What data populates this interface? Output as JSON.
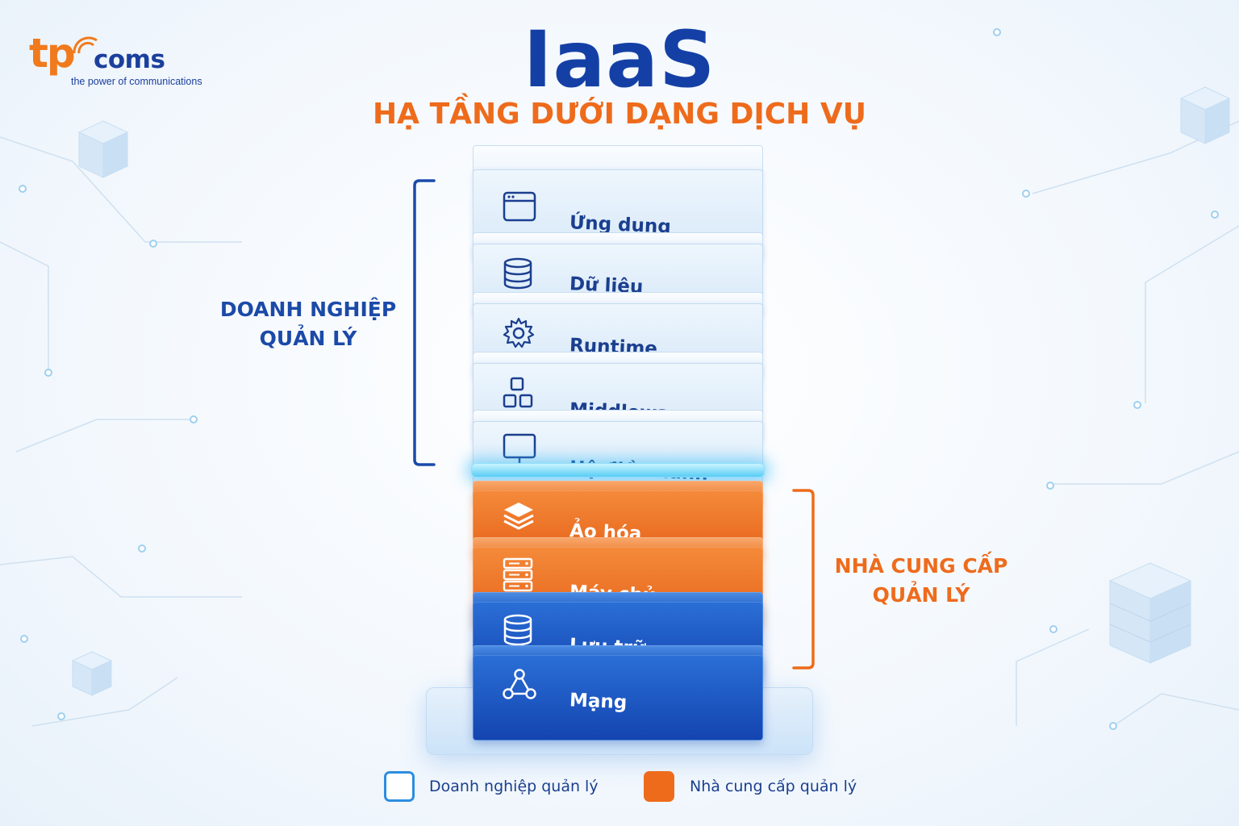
{
  "logo": {
    "brand_prefix": "tp",
    "brand_suffix": "coms",
    "tagline": "the power of communications"
  },
  "header": {
    "title": "IaaS",
    "subtitle": "HẠ TẦNG DƯỚI DẠNG DỊCH VỤ"
  },
  "groups": {
    "enterprise": {
      "label_line1": "DOANH NGHIỆP",
      "label_line2": "QUẢN LÝ",
      "color": "#1b4aa8"
    },
    "provider": {
      "label_line1": "NHÀ CUNG CẤP",
      "label_line2": "QUẢN LÝ",
      "color": "#ee6b1c"
    }
  },
  "layers": [
    {
      "label": "Ứng dụng",
      "icon": "app-window-icon",
      "managed_by": "enterprise"
    },
    {
      "label": "Dữ liệu",
      "icon": "database-icon",
      "managed_by": "enterprise"
    },
    {
      "label": "Runtime",
      "icon": "gear-icon",
      "managed_by": "enterprise"
    },
    {
      "label": "Middleware",
      "icon": "blocks-icon",
      "managed_by": "enterprise"
    },
    {
      "label": "Hệ điều hành",
      "icon": "monitor-icon",
      "managed_by": "enterprise"
    },
    {
      "label": "Ảo hóa",
      "icon": "layers-icon",
      "managed_by": "provider"
    },
    {
      "label": "Máy chủ",
      "icon": "server-icon",
      "managed_by": "provider"
    },
    {
      "label": "Lưu trữ",
      "icon": "storage-icon",
      "managed_by": "provider"
    },
    {
      "label": "Mạng",
      "icon": "network-icon",
      "managed_by": "provider"
    }
  ],
  "legend": {
    "enterprise_label": "Doanh nghiệp quản lý",
    "provider_label": "Nhà cung cấp quản lý",
    "enterprise_color": "#2c8de0",
    "provider_color": "#ee6b1c"
  },
  "colors": {
    "title": "#1440a6",
    "subtitle": "#ee6b1c",
    "layer_light": "#e3effa",
    "layer_orange": "#f07f33",
    "layer_blue": "#1e55c0"
  }
}
